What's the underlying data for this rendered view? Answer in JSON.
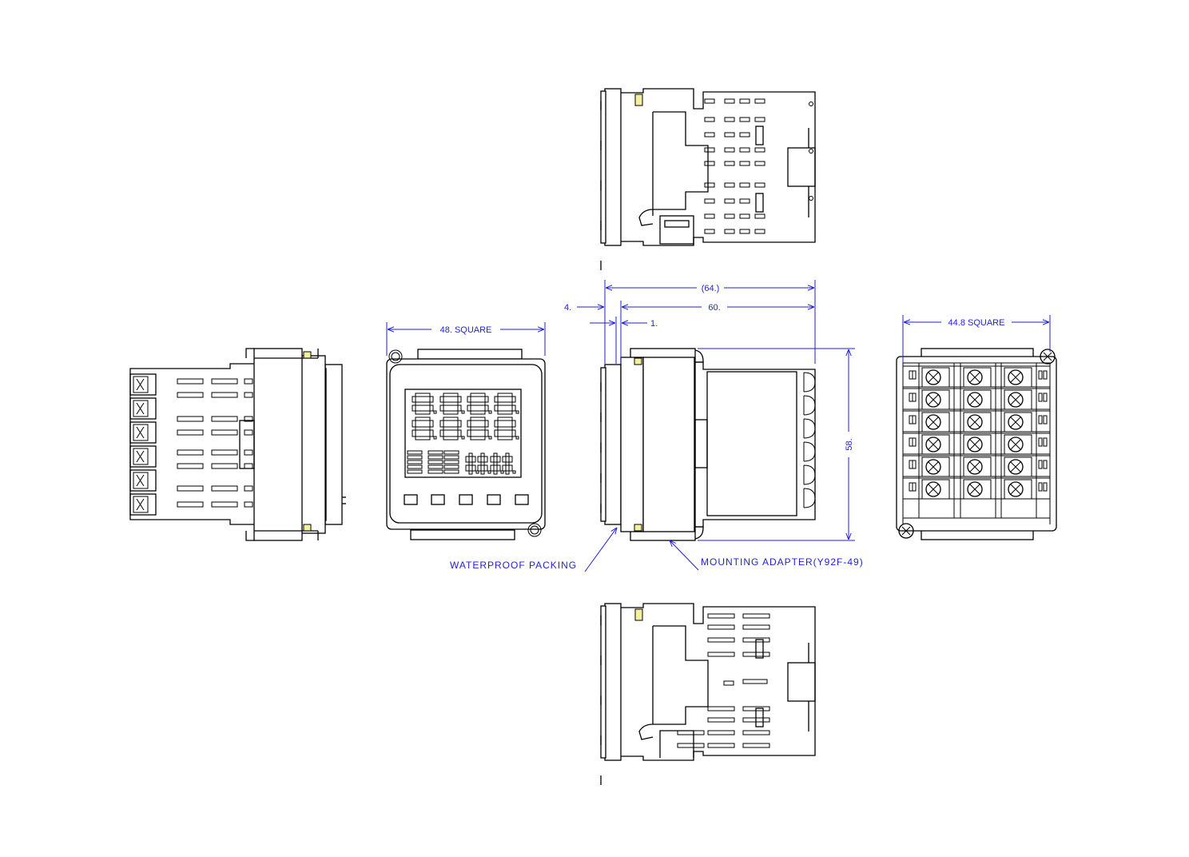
{
  "dimensions": {
    "overall_depth": "(64.)",
    "panel_gap": "4.",
    "body_depth": "60.",
    "bezel_thickness": "1.",
    "front_size": "48. SQUARE",
    "rear_size": "44.8 SQUARE",
    "height": "58."
  },
  "labels": {
    "waterproof_packing": "WATERPROOF PACKING",
    "mounting_adapter": "MOUNTING ADAPTER(Y92F-49)"
  },
  "colors": {
    "dimension": "#1f1fd6",
    "outline": "#000000",
    "clip": "#f3f0a0"
  }
}
